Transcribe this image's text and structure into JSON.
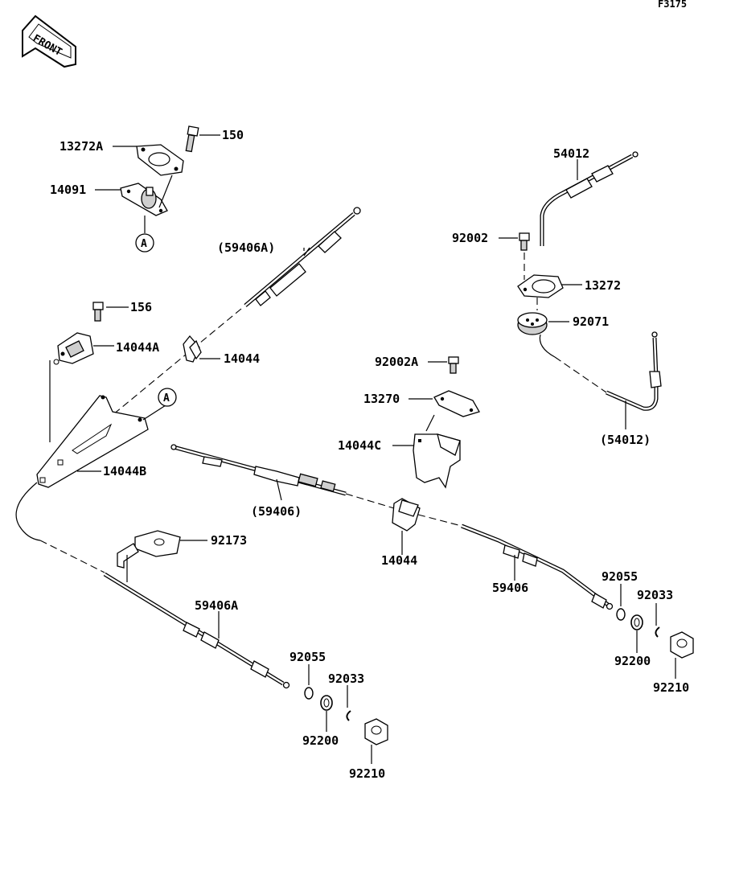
{
  "figure_code": "F3175",
  "front_label": "FRONT",
  "ref_marker": "A",
  "labels": {
    "p150": "150",
    "p13272A": "13272A",
    "p14091": "14091",
    "p59406A_paren": "(59406A)",
    "p156": "156",
    "p14044A": "14044A",
    "p14044_top": "14044",
    "p14044B": "14044B",
    "p92002A": "92002A",
    "p13270": "13270",
    "p14044C": "14044C",
    "p59406_paren": "(59406)",
    "p14044_mid": "14044",
    "p54012": "54012",
    "p92002": "92002",
    "p13272": "13272",
    "p92071": "92071",
    "p54012_paren": "(54012)",
    "p92173": "92173",
    "p59406A": "59406A",
    "p92055_left": "92055",
    "p92033_left": "92033",
    "p92200_left": "92200",
    "p92210_left": "92210",
    "p59406": "59406",
    "p92055_right": "92055",
    "p92033_right": "92033",
    "p92200_right": "92200",
    "p92210_right": "92210"
  }
}
